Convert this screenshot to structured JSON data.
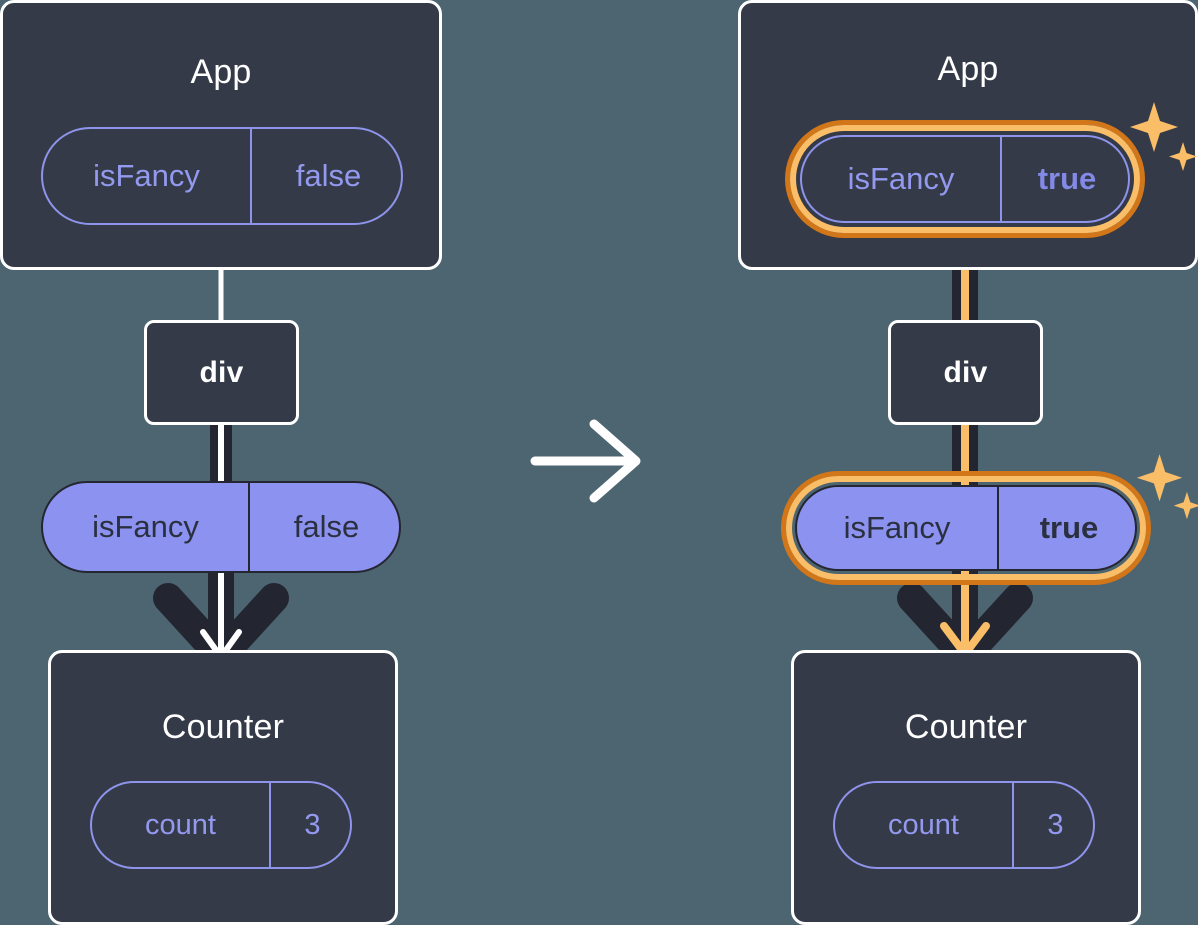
{
  "diagram": {
    "type": "react-state-update-tree",
    "background_color": "#4C6571",
    "box_fill": "#343A47",
    "box_border": "#FFFFFF",
    "pill_purple": "#8C92EF",
    "pill_outline": "#8E94EC",
    "highlight_orange_light": "#FBBE68",
    "highlight_orange_dark": "#D2761A",
    "edge_dark": "#232631",
    "transition_arrow": "arrow-right-icon"
  },
  "left_tree": {
    "app": {
      "title": "App",
      "state": {
        "key": "isFancy",
        "value": "false",
        "style": "outline",
        "highlighted": false
      }
    },
    "div": {
      "title": "div"
    },
    "prop_pill": {
      "key": "isFancy",
      "value": "false",
      "style": "filled",
      "highlighted": false
    },
    "counter": {
      "title": "Counter",
      "state": {
        "key": "count",
        "value": "3",
        "style": "outline",
        "highlighted": false
      }
    }
  },
  "right_tree": {
    "app": {
      "title": "App",
      "state": {
        "key": "isFancy",
        "value": "true",
        "style": "outline",
        "highlighted": true,
        "bold_value": true
      }
    },
    "div": {
      "title": "div"
    },
    "prop_pill": {
      "key": "isFancy",
      "value": "true",
      "style": "filled",
      "highlighted": true,
      "bold_value": true
    },
    "counter": {
      "title": "Counter",
      "state": {
        "key": "count",
        "value": "3",
        "style": "outline",
        "highlighted": false
      }
    }
  },
  "icons": {
    "sparkle": "sparkles-icon",
    "transition": "arrow-right-icon",
    "down_arrow": "arrow-down-icon"
  }
}
